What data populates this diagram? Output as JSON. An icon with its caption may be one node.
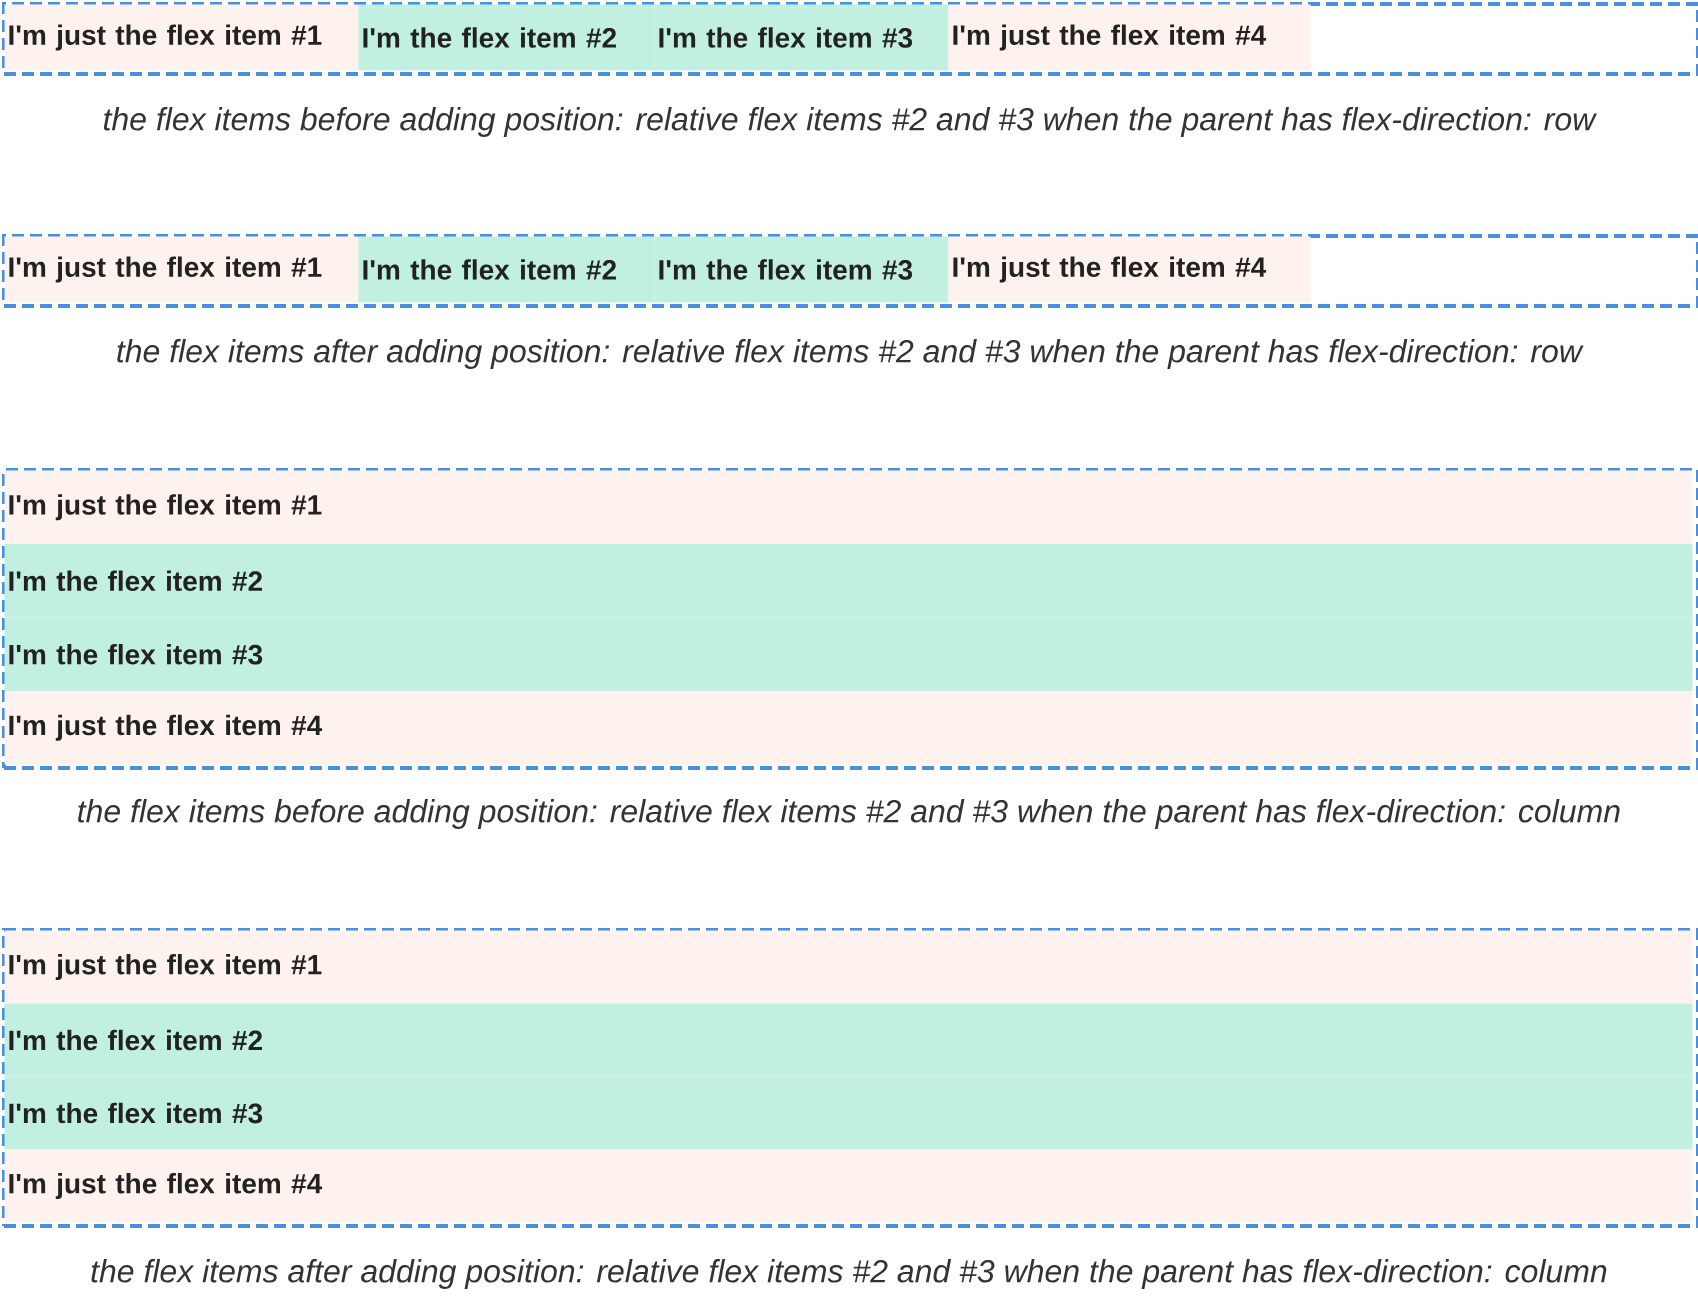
{
  "diagram": {
    "nodes": [
      {
        "text": [],
        "shape": "box"
      },
      {
        "text": [
          "I'm just the flex item #1"
        ],
        "in": 0
      },
      {
        "text": [
          "I'm the flex item #2"
        ],
        "in": 0
      },
      {
        "text": [
          "I'm the flex item #3"
        ],
        "in": 0
      },
      {
        "text": [
          "I'm just the flex item #4"
        ],
        "in": 0
      },
      {
        "text": [],
        "shape": "box"
      },
      {
        "text": [
          "I'm just the flex item #1"
        ],
        "in": 5
      },
      {
        "text": [
          "I'm the flex item #2"
        ],
        "in": 5
      },
      {
        "text": [
          "I'm the flex item #3"
        ],
        "in": 5
      },
      {
        "text": [
          "I'm just the flex item #4"
        ],
        "in": 5
      },
      {
        "text": [],
        "shape": "box"
      },
      {
        "text": [
          "I'm just the flex item #1"
        ],
        "in": 10
      },
      {
        "text": [
          "I'm the flex item #2"
        ],
        "in": 10
      },
      {
        "text": [
          "I'm the flex item #3"
        ],
        "in": 10
      },
      {
        "text": [
          "I'm just the flex item #4"
        ],
        "in": 10
      },
      {
        "text": [],
        "shape": "box"
      },
      {
        "text": [
          "I'm just the flex item #1"
        ],
        "in": 15
      },
      {
        "text": [
          "I'm the flex item #2"
        ],
        "in": 15
      },
      {
        "text": [
          "I'm the flex item #3"
        ],
        "in": 15
      },
      {
        "text": [
          "I'm just the flex item #4"
        ],
        "in": 15
      }
    ],
    "labels": [
      "the flex items before adding position: relative flex items #2 and #3 when the parent has flex-direction: row",
      "the flex items after adding position: relative flex items #2 and #3 when the parent has flex-direction: row",
      "the flex items before adding position: relative flex items #2 and #3 when the parent has flex-direction: column",
      "the flex items after adding position: relative flex items #2 and #3 when the parent has flex-direction: column"
    ]
  }
}
